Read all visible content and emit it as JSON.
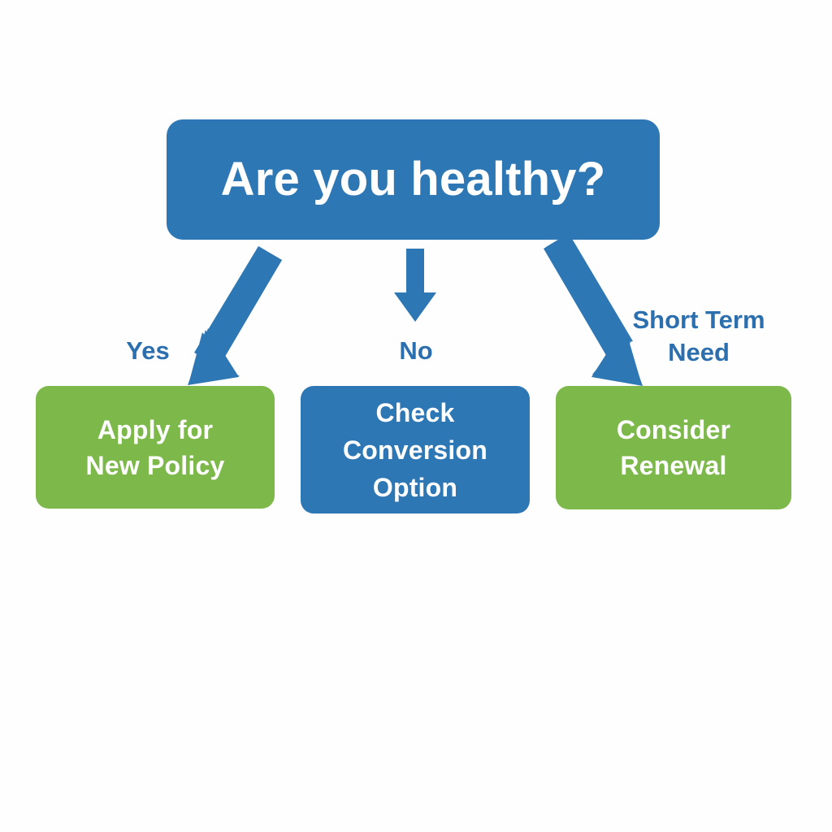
{
  "diagram": {
    "title": "Are you healthy? decision flowchart",
    "background_color": "#fefefe",
    "colors": {
      "blue": "#2e77b5",
      "green": "#7cb84a",
      "arrow_blue": "#2e77b5",
      "label_blue": "#2c6fae",
      "node_text": "#ffffff"
    }
  },
  "nodes": {
    "root": {
      "text": "Are you healthy?",
      "shape": "rounded-rectangle",
      "fill": "#2e77b5",
      "text_color": "#ffffff"
    },
    "apply": {
      "text": "Apply for\nNew Policy",
      "shape": "rounded-rectangle",
      "fill": "#7cb84a",
      "text_color": "#ffffff"
    },
    "conversion": {
      "text": "Check\nConversion\nOption",
      "shape": "rounded-rectangle",
      "fill": "#2e77b5",
      "text_color": "#ffffff"
    },
    "renewal": {
      "text": "Consider\nRenewal",
      "shape": "rounded-rectangle",
      "fill": "#7cb84a",
      "text_color": "#ffffff"
    }
  },
  "edges": [
    {
      "id": "edge-yes",
      "label": "Yes",
      "from": "root",
      "to": "apply",
      "direction": "down-left",
      "color": "#2e77b5"
    },
    {
      "id": "edge-no",
      "label": "No",
      "from": "root",
      "to": "conversion",
      "direction": "down",
      "color": "#2e77b5"
    },
    {
      "id": "edge-short-term",
      "label": "Short Term\nNeed",
      "from": "root",
      "to": "renewal",
      "direction": "down-right",
      "color": "#2e77b5"
    }
  ]
}
